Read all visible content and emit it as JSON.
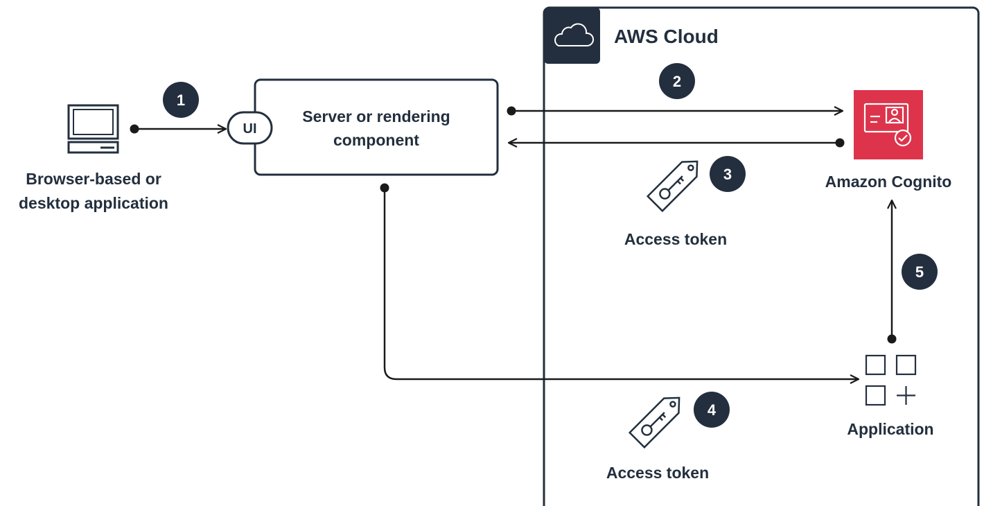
{
  "cloud": {
    "label": "AWS Cloud",
    "icon": "cloud-icon"
  },
  "client": {
    "line1": "Browser-based or",
    "line2": "desktop application",
    "icon": "desktop-computer-icon"
  },
  "ui_port": {
    "label": "UI"
  },
  "server": {
    "line1": "Server or rendering",
    "line2": "component"
  },
  "cognito": {
    "label": "Amazon Cognito",
    "icon": "cognito-icon",
    "color": "#dd344c"
  },
  "application": {
    "label": "Application",
    "icon": "application-grid-icon"
  },
  "tokens": [
    {
      "label": "Access token",
      "icon": "tag-key-icon"
    },
    {
      "label": "Access token",
      "icon": "tag-key-icon"
    }
  ],
  "steps": [
    "1",
    "2",
    "3",
    "4",
    "5"
  ],
  "colors": {
    "ink": "#232f3e",
    "badge": "#232f3e",
    "cognito": "#dd344c",
    "line": "#1a1a1a"
  }
}
